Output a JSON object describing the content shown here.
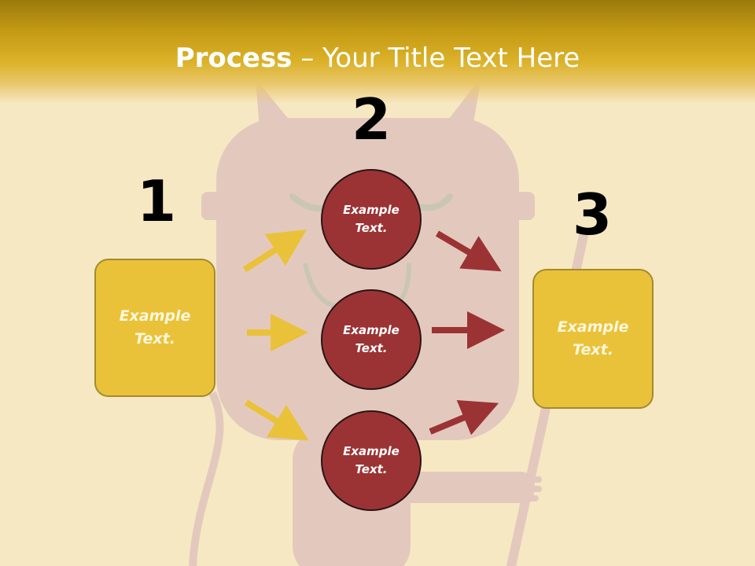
{
  "title": {
    "bold": "Process",
    "rest": " – Your Title Text Here"
  },
  "steps": {
    "one": {
      "number": "1",
      "label": "Example Text."
    },
    "two": {
      "number": "2",
      "items": [
        {
          "label": "Example Text."
        },
        {
          "label": "Example Text."
        },
        {
          "label": "Example Text."
        }
      ]
    },
    "three": {
      "number": "3",
      "label": "Example Text."
    }
  },
  "colors": {
    "background": "#f7e8c4",
    "header": "#c49a14",
    "box_fill": "#e9c23a",
    "circle_fill": "#9b3334",
    "arrow_yellow": "#e9c23a",
    "arrow_red": "#9b3334"
  },
  "decoration": {
    "background_art": "devil-character-illustration"
  }
}
